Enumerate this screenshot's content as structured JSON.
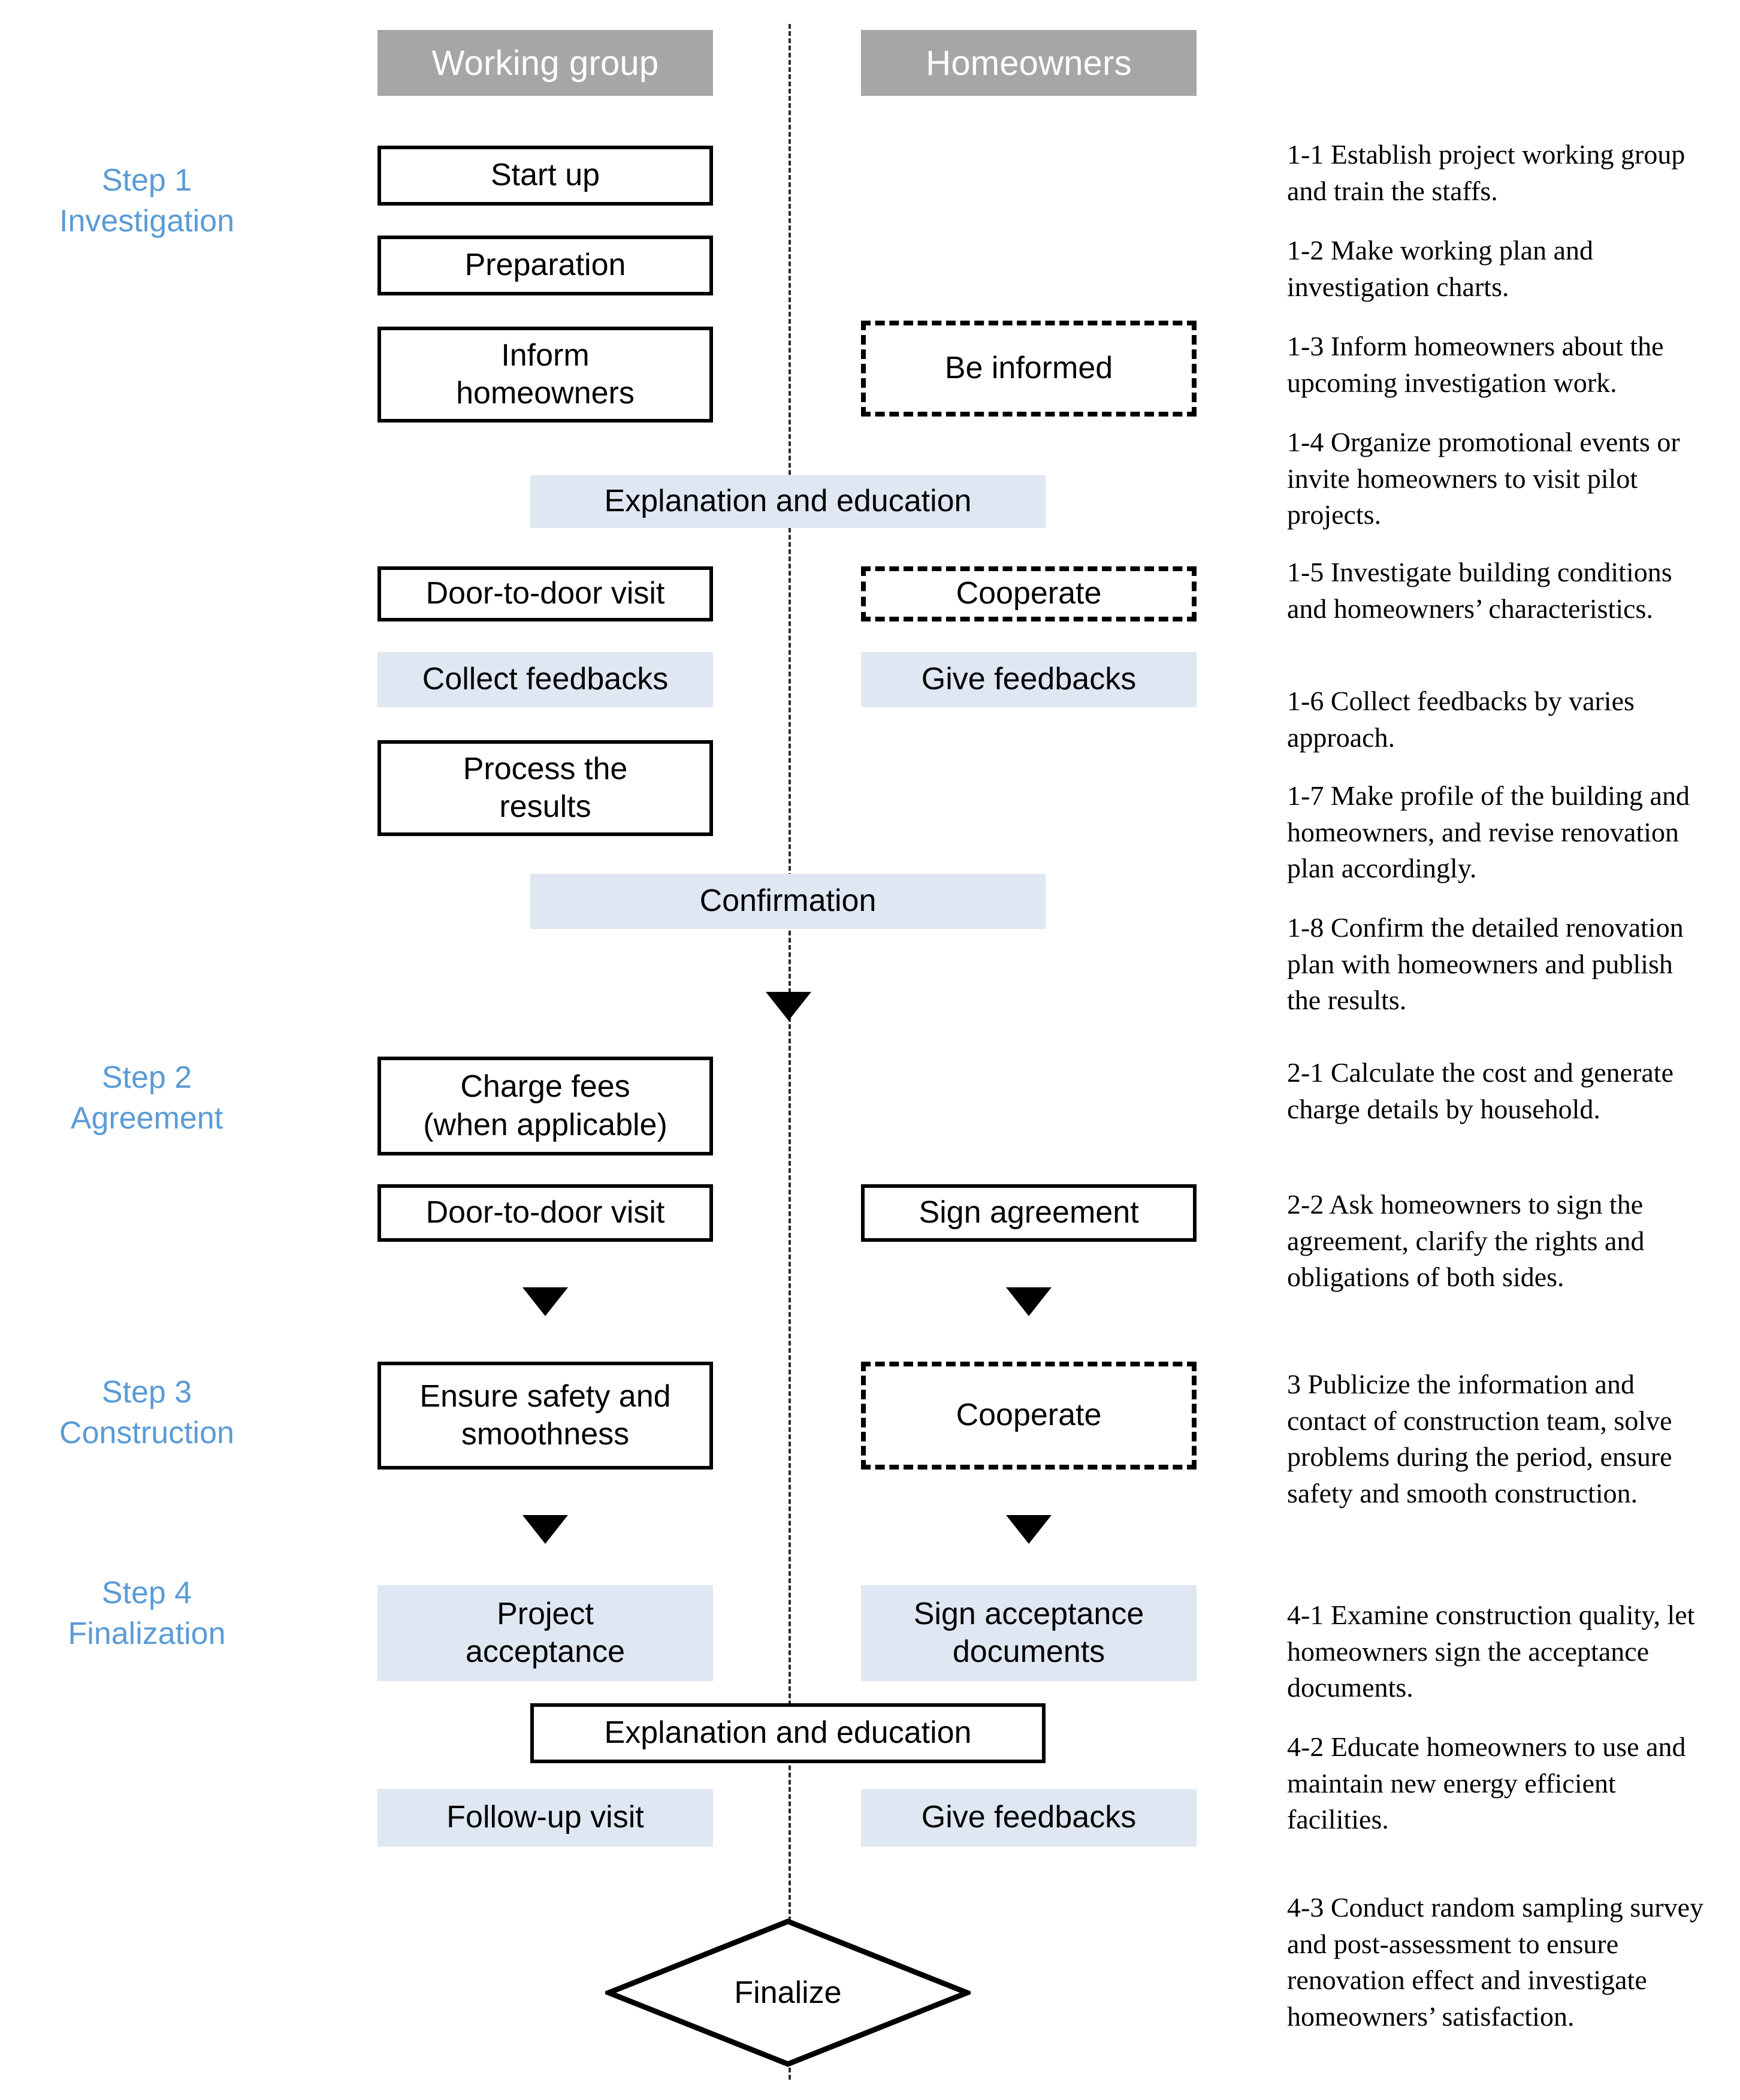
{
  "lanes": [
    {
      "title": "Working group"
    },
    {
      "title": "Homeowners"
    }
  ],
  "steps": [
    {
      "number": "Step 1",
      "name": "Investigation"
    },
    {
      "number": "Step 2",
      "name": "Agreement"
    },
    {
      "number": "Step 3",
      "name": "Construction"
    },
    {
      "number": "Step 4",
      "name": "Finalization"
    }
  ],
  "nodes": {
    "start_up": "Start up",
    "preparation": "Preparation",
    "inform_homeowners": "Inform\nhomeowners",
    "be_informed": "Be informed",
    "explanation_education_1": "Explanation and education",
    "door_to_door_visit_1": "Door-to-door visit",
    "cooperate_1": "Cooperate",
    "collect_feedbacks": "Collect feedbacks",
    "give_feedbacks_1": "Give feedbacks",
    "process_the_results": "Process the\nresults",
    "confirmation": "Confirmation",
    "charge_fees": "Charge fees\n(when applicable)",
    "door_to_door_visit_2": "Door-to-door visit",
    "sign_agreement": "Sign agreement",
    "ensure_safety": "Ensure safety and\nsmoothness",
    "cooperate_2": "Cooperate",
    "project_acceptance": "Project\nacceptance",
    "sign_acceptance_documents": "Sign acceptance\ndocuments",
    "explanation_education_2": "Explanation and education",
    "follow_up_visit": "Follow-up visit",
    "give_feedbacks_2": "Give feedbacks",
    "finalize": "Finalize"
  },
  "annotations": [
    {
      "id": "1-1",
      "text": "1-1 Establish project working group and train the staffs."
    },
    {
      "id": "1-2",
      "text": "1-2 Make working plan and investigation charts."
    },
    {
      "id": "1-3",
      "text": "1-3 Inform homeowners about the upcoming investigation work."
    },
    {
      "id": "1-4",
      "text": "1-4 Organize promotional events or invite homeowners to visit pilot projects."
    },
    {
      "id": "1-5",
      "text": "1-5 Investigate building conditions and homeowners’ characteristics."
    },
    {
      "id": "1-6",
      "text": "1-6 Collect feedbacks by varies approach."
    },
    {
      "id": "1-7",
      "text": "1-7 Make profile of the building and homeowners, and revise renovation plan accordingly."
    },
    {
      "id": "1-8",
      "text": "1-8 Confirm the detailed renovation plan with homeowners and publish the results."
    },
    {
      "id": "2-1",
      "text": "2-1 Calculate the cost and generate charge details by household."
    },
    {
      "id": "2-2",
      "text": "2-2 Ask homeowners to sign the agreement, clarify the rights and obligations of both sides."
    },
    {
      "id": "3",
      "text": "3 Publicize the information and contact of construction team, solve problems during the period, ensure safety and smooth construction."
    },
    {
      "id": "4-1",
      "text": "4-1 Examine construction quality, let homeowners sign the acceptance documents."
    },
    {
      "id": "4-2",
      "text": "4-2 Educate homeowners to use and maintain new energy efficient facilities."
    },
    {
      "id": "4-3",
      "text": "4-3 Conduct random sampling survey and post-assessment to ensure renovation effect and investigate homeowners’ satisfaction."
    }
  ],
  "colors": {
    "lane_header_bg": "#A6A6A6",
    "step_label_text": "#5B9BD5",
    "node_fill_highlight": "#DEE7F2",
    "node_border": "#000000"
  }
}
